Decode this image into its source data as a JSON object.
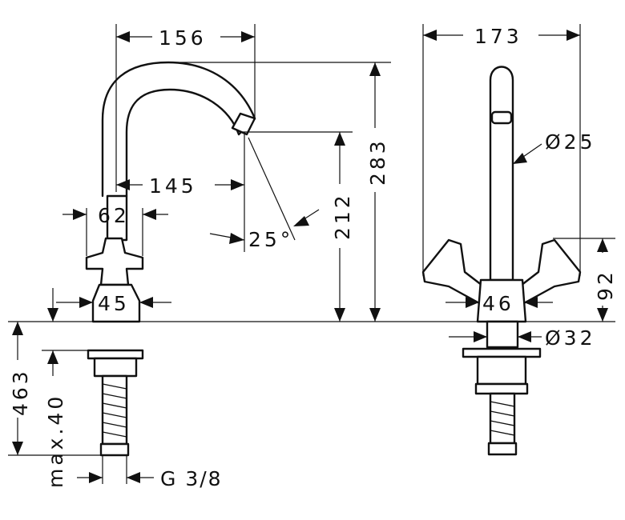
{
  "dimensions": {
    "spout_reach": "156",
    "inner_reach": "145",
    "handle_spacing_side": "62",
    "body_width_side": "45",
    "angle": "25°",
    "spout_height": "212",
    "total_height": "283",
    "overall_length": "463",
    "max_thickness": "max.40",
    "thread": "G 3/8",
    "front_width": "173",
    "spout_diameter": "Ø25",
    "handle_height": "92",
    "body_width_front": "46",
    "base_diameter": "Ø32"
  }
}
